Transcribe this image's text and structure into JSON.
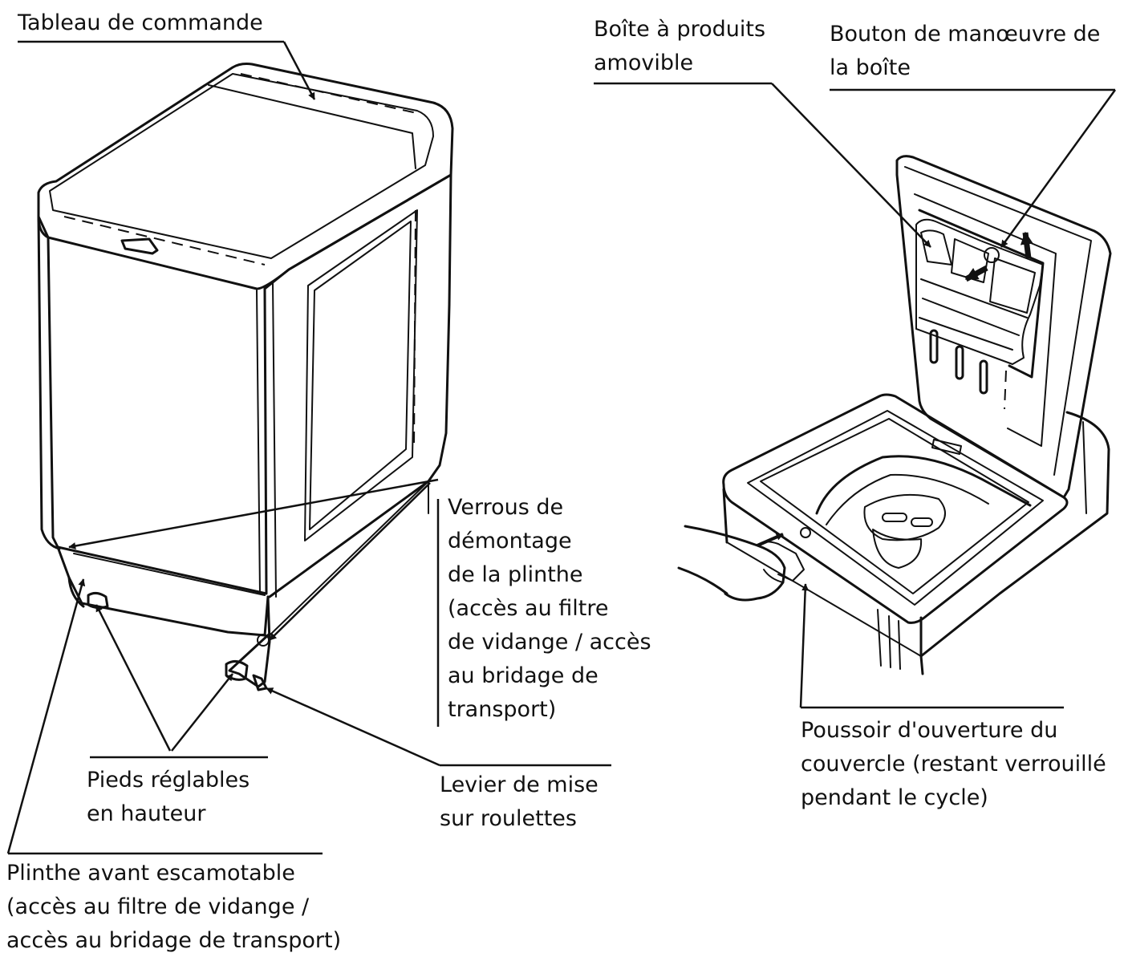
{
  "labels": {
    "tableau": [
      "Tableau de commande"
    ],
    "boite": [
      "Boîte à produits",
      "amovible"
    ],
    "bouton": [
      "Bouton de manœuvre de",
      "la boîte"
    ],
    "verrous": [
      "Verrous de",
      "démontage",
      "de la plinthe",
      "(accès au filtre",
      "de vidange / accès",
      "au bridage de",
      "transport)"
    ],
    "pieds": [
      "Pieds réglables",
      "en hauteur"
    ],
    "levier": [
      "Levier de mise",
      "sur roulettes"
    ],
    "plinthe": [
      "Plinthe avant escamotable",
      "(accès au filtre de vidange /",
      "accès au bridage de transport)"
    ],
    "poussoir": [
      "Poussoir d'ouverture du",
      "couvercle (restant verrouillé",
      "pendant le cycle)"
    ]
  }
}
